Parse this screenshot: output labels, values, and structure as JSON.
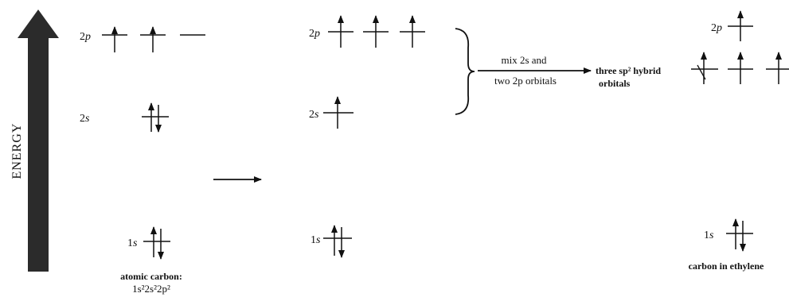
{
  "energy_label": "ENERGY",
  "colors": {
    "ink": "#111111",
    "arrow": "#2b2b2b",
    "background": "#ffffff"
  },
  "stage1": {
    "level_2p": {
      "num": "2",
      "sub": "p"
    },
    "level_2s": {
      "num": "2",
      "sub": "s"
    },
    "level_1s": {
      "num": "1",
      "sub": "s"
    },
    "caption": "atomic carbon:",
    "config": "1s²2s²2p²"
  },
  "stage2": {
    "level_2p": {
      "num": "2",
      "sub": "p"
    },
    "level_2s": {
      "num": "2",
      "sub": "s"
    },
    "level_1s": {
      "num": "1",
      "sub": "s"
    }
  },
  "mix": {
    "line1": "mix 2s and",
    "line2": "two 2p orbitals"
  },
  "hybrid": {
    "label_line1": "three sp² hybrid",
    "label_line2": "orbitals"
  },
  "stage3": {
    "level_2p": {
      "num": "2",
      "sub": "p"
    },
    "level_1s": {
      "num": "1",
      "sub": "s"
    },
    "caption": "carbon in ethylene"
  }
}
